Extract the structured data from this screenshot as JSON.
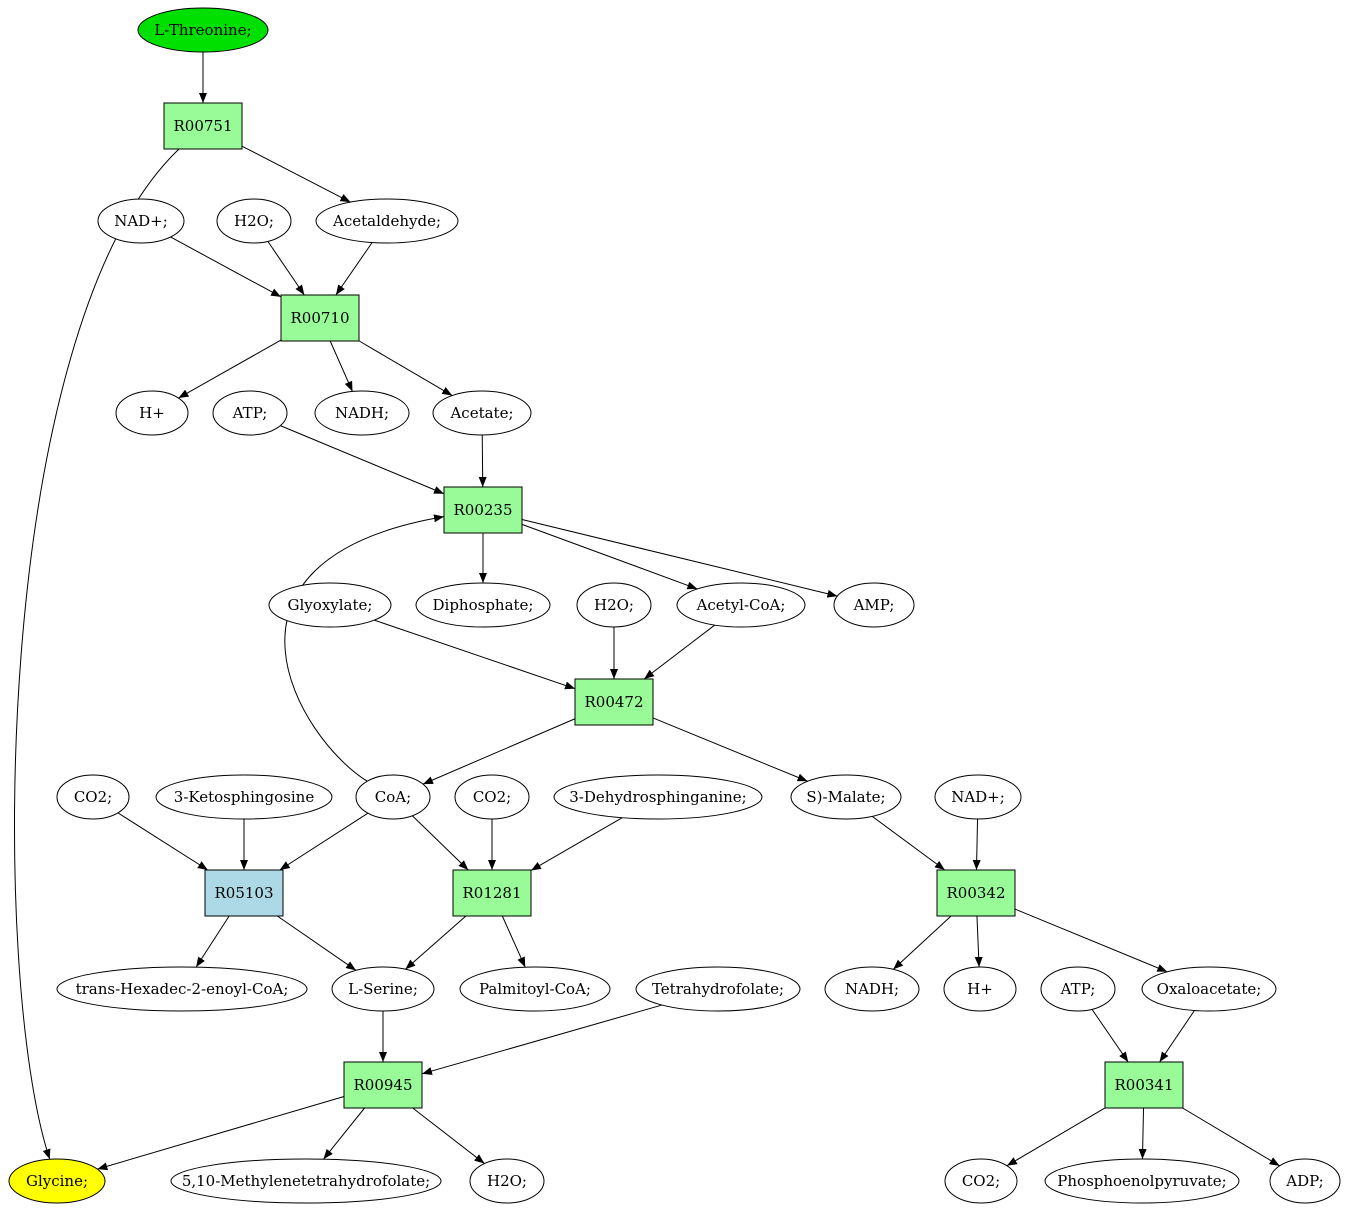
{
  "colors": {
    "start_node": "#00e000",
    "end_node": "#ffff00",
    "compound_node": "#ffffff",
    "reaction_node": "#98fb98",
    "highlight_reaction": "#add8e6"
  },
  "nodes": {
    "thr": {
      "label": "L-Threonine;",
      "shape": "ellipse",
      "role": "start"
    },
    "r00751": {
      "label": "R00751",
      "shape": "box",
      "role": "reaction"
    },
    "nad1": {
      "label": "NAD+;",
      "shape": "ellipse",
      "role": "compound"
    },
    "h2o1": {
      "label": "H2O;",
      "shape": "ellipse",
      "role": "compound"
    },
    "acetald": {
      "label": "Acetaldehyde;",
      "shape": "ellipse",
      "role": "compound"
    },
    "r00710": {
      "label": "R00710",
      "shape": "box",
      "role": "reaction"
    },
    "hplus1": {
      "label": "H+",
      "shape": "ellipse",
      "role": "compound"
    },
    "atp1": {
      "label": "ATP;",
      "shape": "ellipse",
      "role": "compound"
    },
    "nadh1": {
      "label": "NADH;",
      "shape": "ellipse",
      "role": "compound"
    },
    "acetate": {
      "label": "Acetate;",
      "shape": "ellipse",
      "role": "compound"
    },
    "r00235": {
      "label": "R00235",
      "shape": "box",
      "role": "reaction"
    },
    "glyoxylate": {
      "label": "Glyoxylate;",
      "shape": "ellipse",
      "role": "compound"
    },
    "diphosphate": {
      "label": "Diphosphate;",
      "shape": "ellipse",
      "role": "compound"
    },
    "h2o2": {
      "label": "H2O;",
      "shape": "ellipse",
      "role": "compound"
    },
    "acetylcoa": {
      "label": "Acetyl-CoA;",
      "shape": "ellipse",
      "role": "compound"
    },
    "amp": {
      "label": "AMP;",
      "shape": "ellipse",
      "role": "compound"
    },
    "r00472": {
      "label": "R00472",
      "shape": "box",
      "role": "reaction"
    },
    "co2a": {
      "label": "CO2;",
      "shape": "ellipse",
      "role": "compound"
    },
    "ketosph": {
      "label": "3-Ketosphingosine",
      "shape": "ellipse",
      "role": "compound"
    },
    "coa": {
      "label": "CoA;",
      "shape": "ellipse",
      "role": "compound"
    },
    "co2b": {
      "label": "CO2;",
      "shape": "ellipse",
      "role": "compound"
    },
    "dehydrosph": {
      "label": "3-Dehydrosphinganine;",
      "shape": "ellipse",
      "role": "compound"
    },
    "smalate": {
      "label": "S)-Malate;",
      "shape": "ellipse",
      "role": "compound"
    },
    "nad2": {
      "label": "NAD+;",
      "shape": "ellipse",
      "role": "compound"
    },
    "r05103": {
      "label": "R05103",
      "shape": "box",
      "role": "highlight"
    },
    "r01281": {
      "label": "R01281",
      "shape": "box",
      "role": "reaction"
    },
    "r00342": {
      "label": "R00342",
      "shape": "box",
      "role": "reaction"
    },
    "transhex": {
      "label": "trans-Hexadec-2-enoyl-CoA;",
      "shape": "ellipse",
      "role": "compound"
    },
    "lserine": {
      "label": "L-Serine;",
      "shape": "ellipse",
      "role": "compound"
    },
    "palmitoyl": {
      "label": "Palmitoyl-CoA;",
      "shape": "ellipse",
      "role": "compound"
    },
    "thf": {
      "label": "Tetrahydrofolate;",
      "shape": "ellipse",
      "role": "compound"
    },
    "nadh2": {
      "label": "NADH;",
      "shape": "ellipse",
      "role": "compound"
    },
    "hplus2": {
      "label": "H+",
      "shape": "ellipse",
      "role": "compound"
    },
    "atp2": {
      "label": "ATP;",
      "shape": "ellipse",
      "role": "compound"
    },
    "oxaloacetate": {
      "label": "Oxaloacetate;",
      "shape": "ellipse",
      "role": "compound"
    },
    "r00945": {
      "label": "R00945",
      "shape": "box",
      "role": "reaction"
    },
    "r00341": {
      "label": "R00341",
      "shape": "box",
      "role": "reaction"
    },
    "glycine": {
      "label": "Glycine;",
      "shape": "ellipse",
      "role": "end"
    },
    "methylene": {
      "label": "5,10-Methylenetetrahydrofolate;",
      "shape": "ellipse",
      "role": "compound"
    },
    "h2o3": {
      "label": "H2O;",
      "shape": "ellipse",
      "role": "compound"
    },
    "co2c": {
      "label": "CO2;",
      "shape": "ellipse",
      "role": "compound"
    },
    "pep": {
      "label": "Phosphoenolpyruvate;",
      "shape": "ellipse",
      "role": "compound"
    },
    "adp": {
      "label": "ADP;",
      "shape": "ellipse",
      "role": "compound"
    }
  },
  "edges": [
    {
      "from": "thr",
      "to": "r00751"
    },
    {
      "from": "r00751",
      "to": "acetald"
    },
    {
      "from": "r00751",
      "to": "glycine"
    },
    {
      "from": "nad1",
      "to": "r00710"
    },
    {
      "from": "h2o1",
      "to": "r00710"
    },
    {
      "from": "acetald",
      "to": "r00710"
    },
    {
      "from": "r00710",
      "to": "hplus1"
    },
    {
      "from": "r00710",
      "to": "nadh1"
    },
    {
      "from": "r00710",
      "to": "acetate"
    },
    {
      "from": "atp1",
      "to": "r00235"
    },
    {
      "from": "acetate",
      "to": "r00235"
    },
    {
      "from": "coa",
      "to": "r00235"
    },
    {
      "from": "r00235",
      "to": "diphosphate"
    },
    {
      "from": "r00235",
      "to": "acetylcoa"
    },
    {
      "from": "r00235",
      "to": "amp"
    },
    {
      "from": "glyoxylate",
      "to": "r00472"
    },
    {
      "from": "h2o2",
      "to": "r00472"
    },
    {
      "from": "acetylcoa",
      "to": "r00472"
    },
    {
      "from": "r00472",
      "to": "coa"
    },
    {
      "from": "r00472",
      "to": "smalate"
    },
    {
      "from": "co2a",
      "to": "r05103"
    },
    {
      "from": "ketosph",
      "to": "r05103"
    },
    {
      "from": "coa",
      "to": "r05103"
    },
    {
      "from": "coa",
      "to": "r01281"
    },
    {
      "from": "co2b",
      "to": "r01281"
    },
    {
      "from": "dehydrosph",
      "to": "r01281"
    },
    {
      "from": "smalate",
      "to": "r00342"
    },
    {
      "from": "nad2",
      "to": "r00342"
    },
    {
      "from": "r05103",
      "to": "transhex"
    },
    {
      "from": "r05103",
      "to": "lserine"
    },
    {
      "from": "r01281",
      "to": "lserine"
    },
    {
      "from": "r01281",
      "to": "palmitoyl"
    },
    {
      "from": "r00342",
      "to": "nadh2"
    },
    {
      "from": "r00342",
      "to": "hplus2"
    },
    {
      "from": "r00342",
      "to": "oxaloacetate"
    },
    {
      "from": "lserine",
      "to": "r00945"
    },
    {
      "from": "thf",
      "to": "r00945"
    },
    {
      "from": "atp2",
      "to": "r00341"
    },
    {
      "from": "oxaloacetate",
      "to": "r00341"
    },
    {
      "from": "r00945",
      "to": "glycine"
    },
    {
      "from": "r00945",
      "to": "methylene"
    },
    {
      "from": "r00945",
      "to": "h2o3"
    },
    {
      "from": "r00341",
      "to": "co2c"
    },
    {
      "from": "r00341",
      "to": "pep"
    },
    {
      "from": "r00341",
      "to": "adp"
    }
  ]
}
